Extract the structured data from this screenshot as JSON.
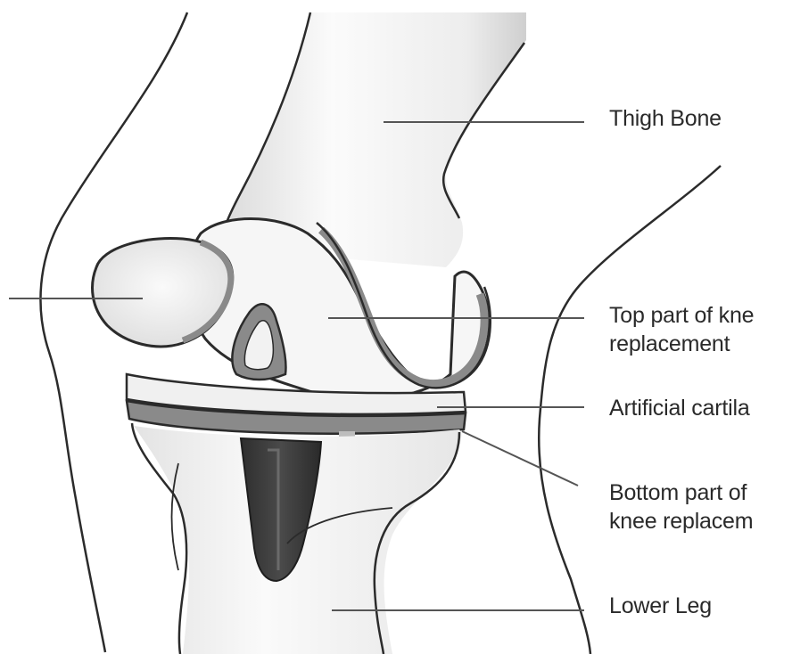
{
  "labels": {
    "thigh_bone": "Thigh Bone",
    "top_part_line1": "Top part of kne",
    "top_part_line2": "replacement",
    "artificial_cartilage": "Artificial cartila",
    "bottom_part_line1": "Bottom part of",
    "bottom_part_line2": "knee replacem",
    "lower_leg": "Lower Leg"
  },
  "colors": {
    "outline": "#2b2b2b",
    "bone_fill": "#f4f4f4",
    "implant_gray": "#8a8a8a",
    "stem_dark": "#3a3a3a",
    "leader_line": "#555555"
  }
}
